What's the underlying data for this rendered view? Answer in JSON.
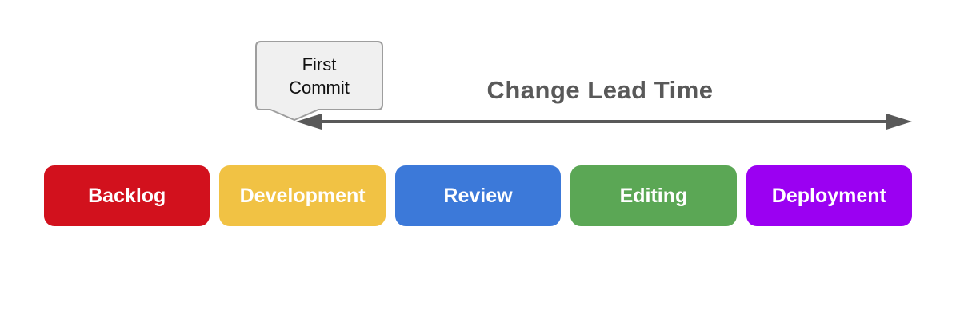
{
  "callout": {
    "line1": "First",
    "line2": "Commit",
    "fill": "#F0F0F0",
    "border": "#9E9E9E",
    "text_color": "#111111"
  },
  "lead_time_arrow": {
    "label": "Change Lead Time",
    "color": "#595959"
  },
  "stages": [
    {
      "label": "Backlog",
      "color": "#D2111D"
    },
    {
      "label": "Development",
      "color": "#F1C244"
    },
    {
      "label": "Review",
      "color": "#3C79D9"
    },
    {
      "label": "Editing",
      "color": "#5BA755"
    },
    {
      "label": "Deployment",
      "color": "#9B00F2"
    }
  ],
  "stage_text_color": "#FFFFFF"
}
